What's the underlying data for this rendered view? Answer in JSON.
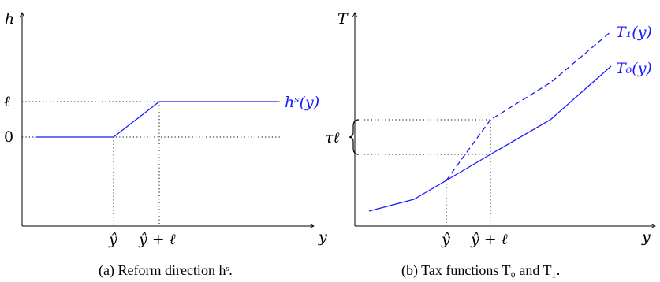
{
  "panel_a": {
    "axis_y_label": "h",
    "axis_x_label": "y",
    "tick_ell": "ℓ",
    "tick_zero": "0",
    "tick_yhat": "ŷ",
    "tick_yhat_plus_ell": "ŷ + ℓ",
    "curve_label": "hˢ(y)",
    "caption": "(a) Reform direction hˢ."
  },
  "panel_b": {
    "axis_y_label": "T",
    "axis_x_label": "y",
    "tick_yhat": "ŷ",
    "tick_yhat_plus_ell": "ŷ + ℓ",
    "bracket_label": "τℓ",
    "curve_t1_label": "T₁(y)",
    "curve_t0_label": "T₀(y)",
    "caption": "(b) Tax functions T₀ and T₁."
  },
  "colors": {
    "curve": "#1a1aff",
    "axis": "#000000"
  }
}
